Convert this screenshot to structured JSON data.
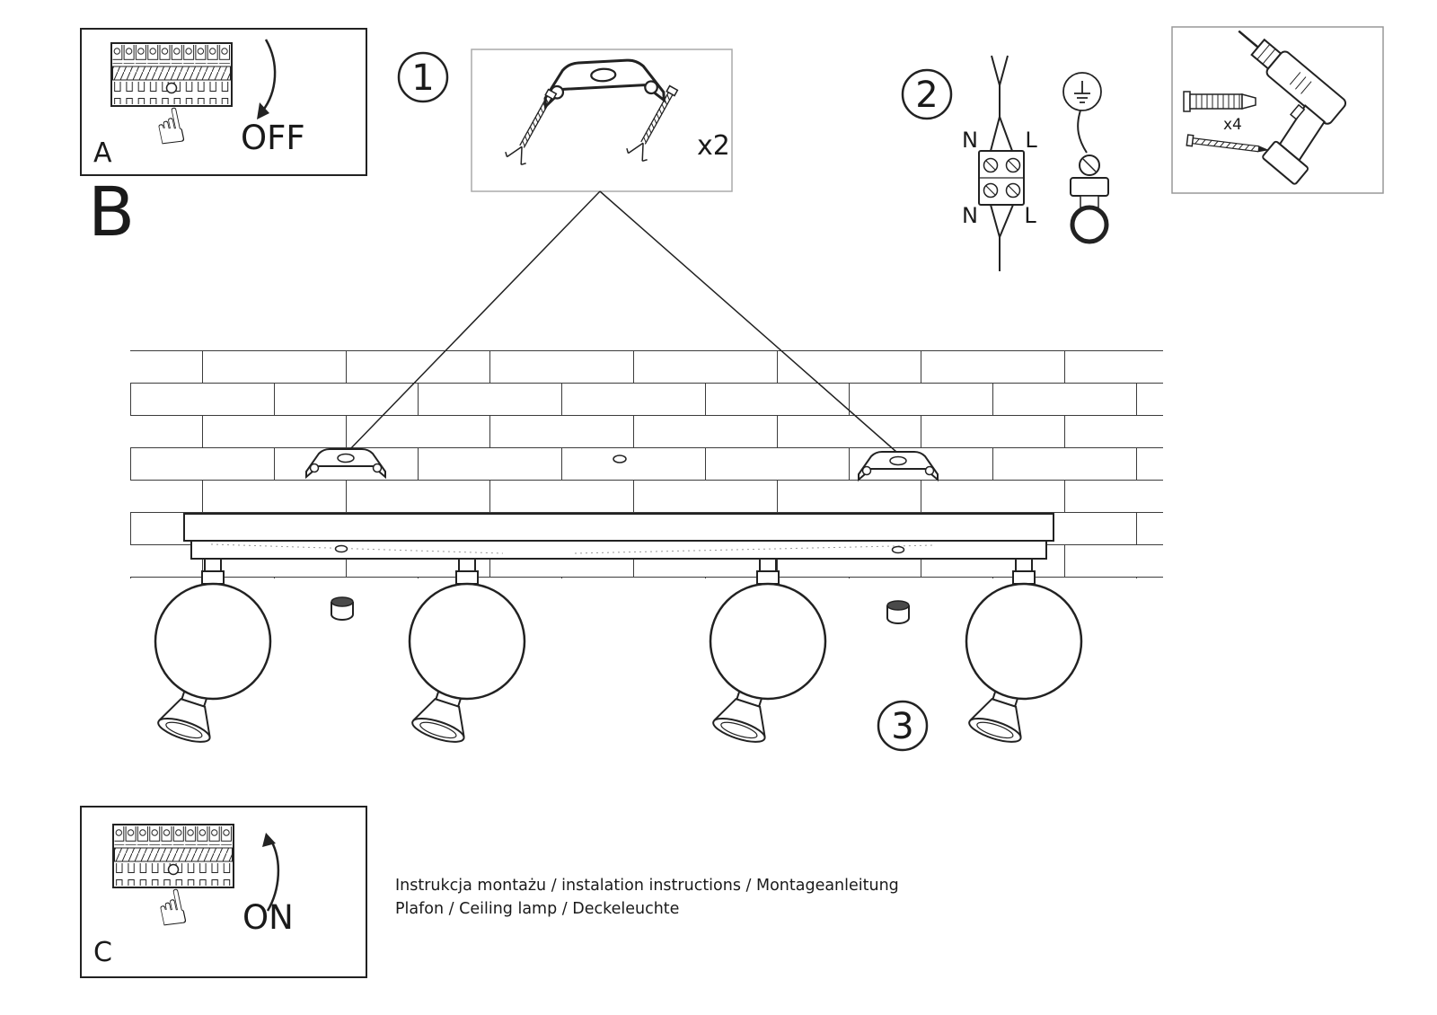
{
  "section_label": "B",
  "panel_a": {
    "label": "A",
    "state": "OFF"
  },
  "panel_c": {
    "label": "C",
    "state": "ON"
  },
  "steps": {
    "step1": "1",
    "step2": "2",
    "step3": "3"
  },
  "quantities": {
    "mount_screws": "x2",
    "anchors": "x4"
  },
  "wiring": {
    "top_left": "N",
    "top_right": "L",
    "bottom_left": "N",
    "bottom_right": "L"
  },
  "icons": {
    "pointing_hand": "☝"
  },
  "footer": {
    "line1": "Instrukcja montażu / instalation instructions / Montageanleitung",
    "line2": "Plafon / Ceiling lamp / Deckeleuchte"
  },
  "colors": {
    "line": "#1a1a1a",
    "light_box": "#9a9a9a"
  }
}
